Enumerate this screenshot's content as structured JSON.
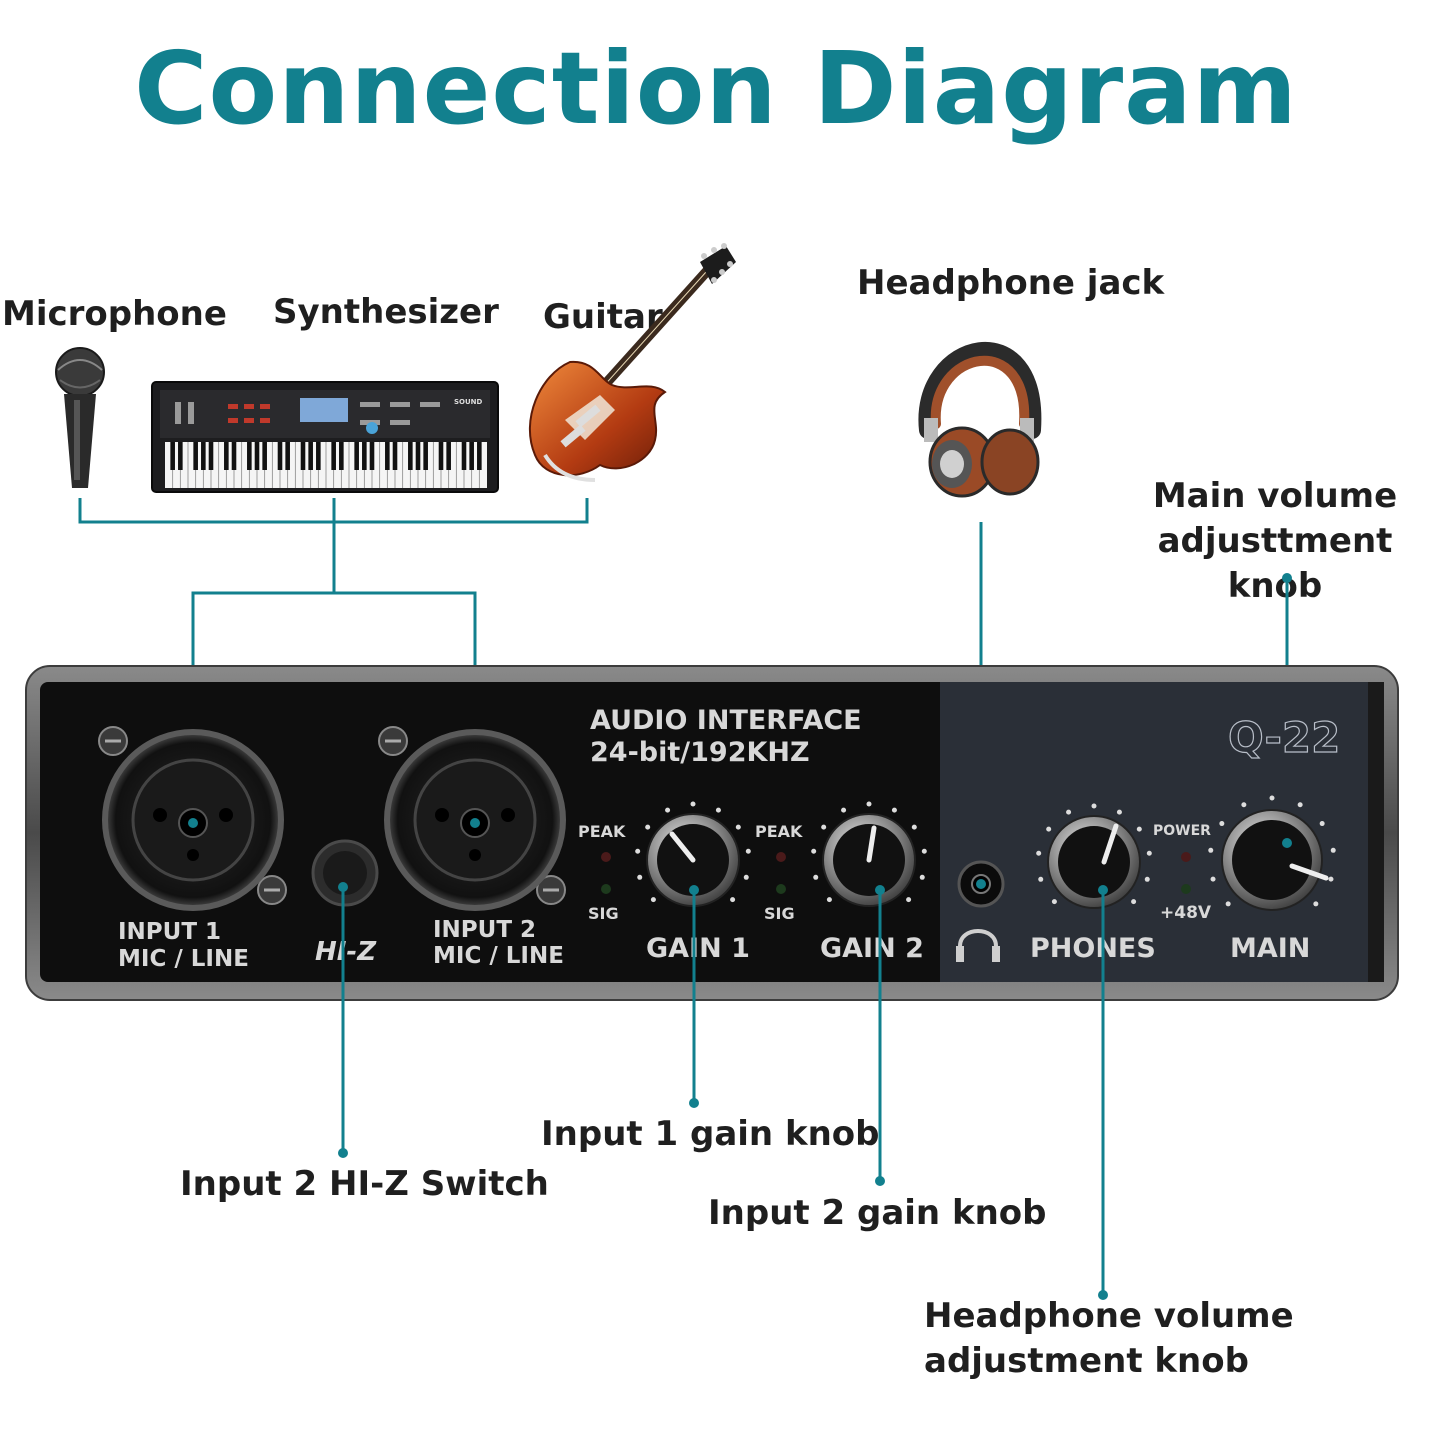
{
  "title": "Connection Diagram",
  "sources": {
    "microphone": "Microphone",
    "synthesizer": "Synthesizer",
    "guitar": "Guitar",
    "headphone_jack": "Headphone jack"
  },
  "callouts": {
    "main_volume": "Main volume adjusttment knob",
    "hi_z_switch": "Input 2 HI-Z Switch",
    "input1_gain": "Input 1 gain knob",
    "input2_gain": "Input 2 gain knob",
    "headphone_volume": "Headphone volume adjustment knob"
  },
  "device": {
    "header_line1": "AUDIO INTERFACE",
    "header_line2": "24-bit/192KHZ",
    "model": "Q-22",
    "input1_line1": "INPUT 1",
    "input1_line2": "MIC / LINE",
    "input2_line1": "INPUT 2",
    "input2_line2": "MIC / LINE",
    "hiz": "HI-Z",
    "peak1": "PEAK",
    "sig1": "SIG",
    "peak2": "PEAK",
    "sig2": "SIG",
    "gain1": "GAIN 1",
    "gain2": "GAIN 2",
    "phones": "PHONES",
    "power": "POWER",
    "phantom": "+48V",
    "main": "MAIN",
    "synth_brand": "SOUND"
  },
  "colors": {
    "accent": "#12808e",
    "text": "#1f1f1f",
    "panel_left": "#0f0f0f",
    "panel_right": "#2b3038",
    "chassis": "#5a5a5a"
  }
}
